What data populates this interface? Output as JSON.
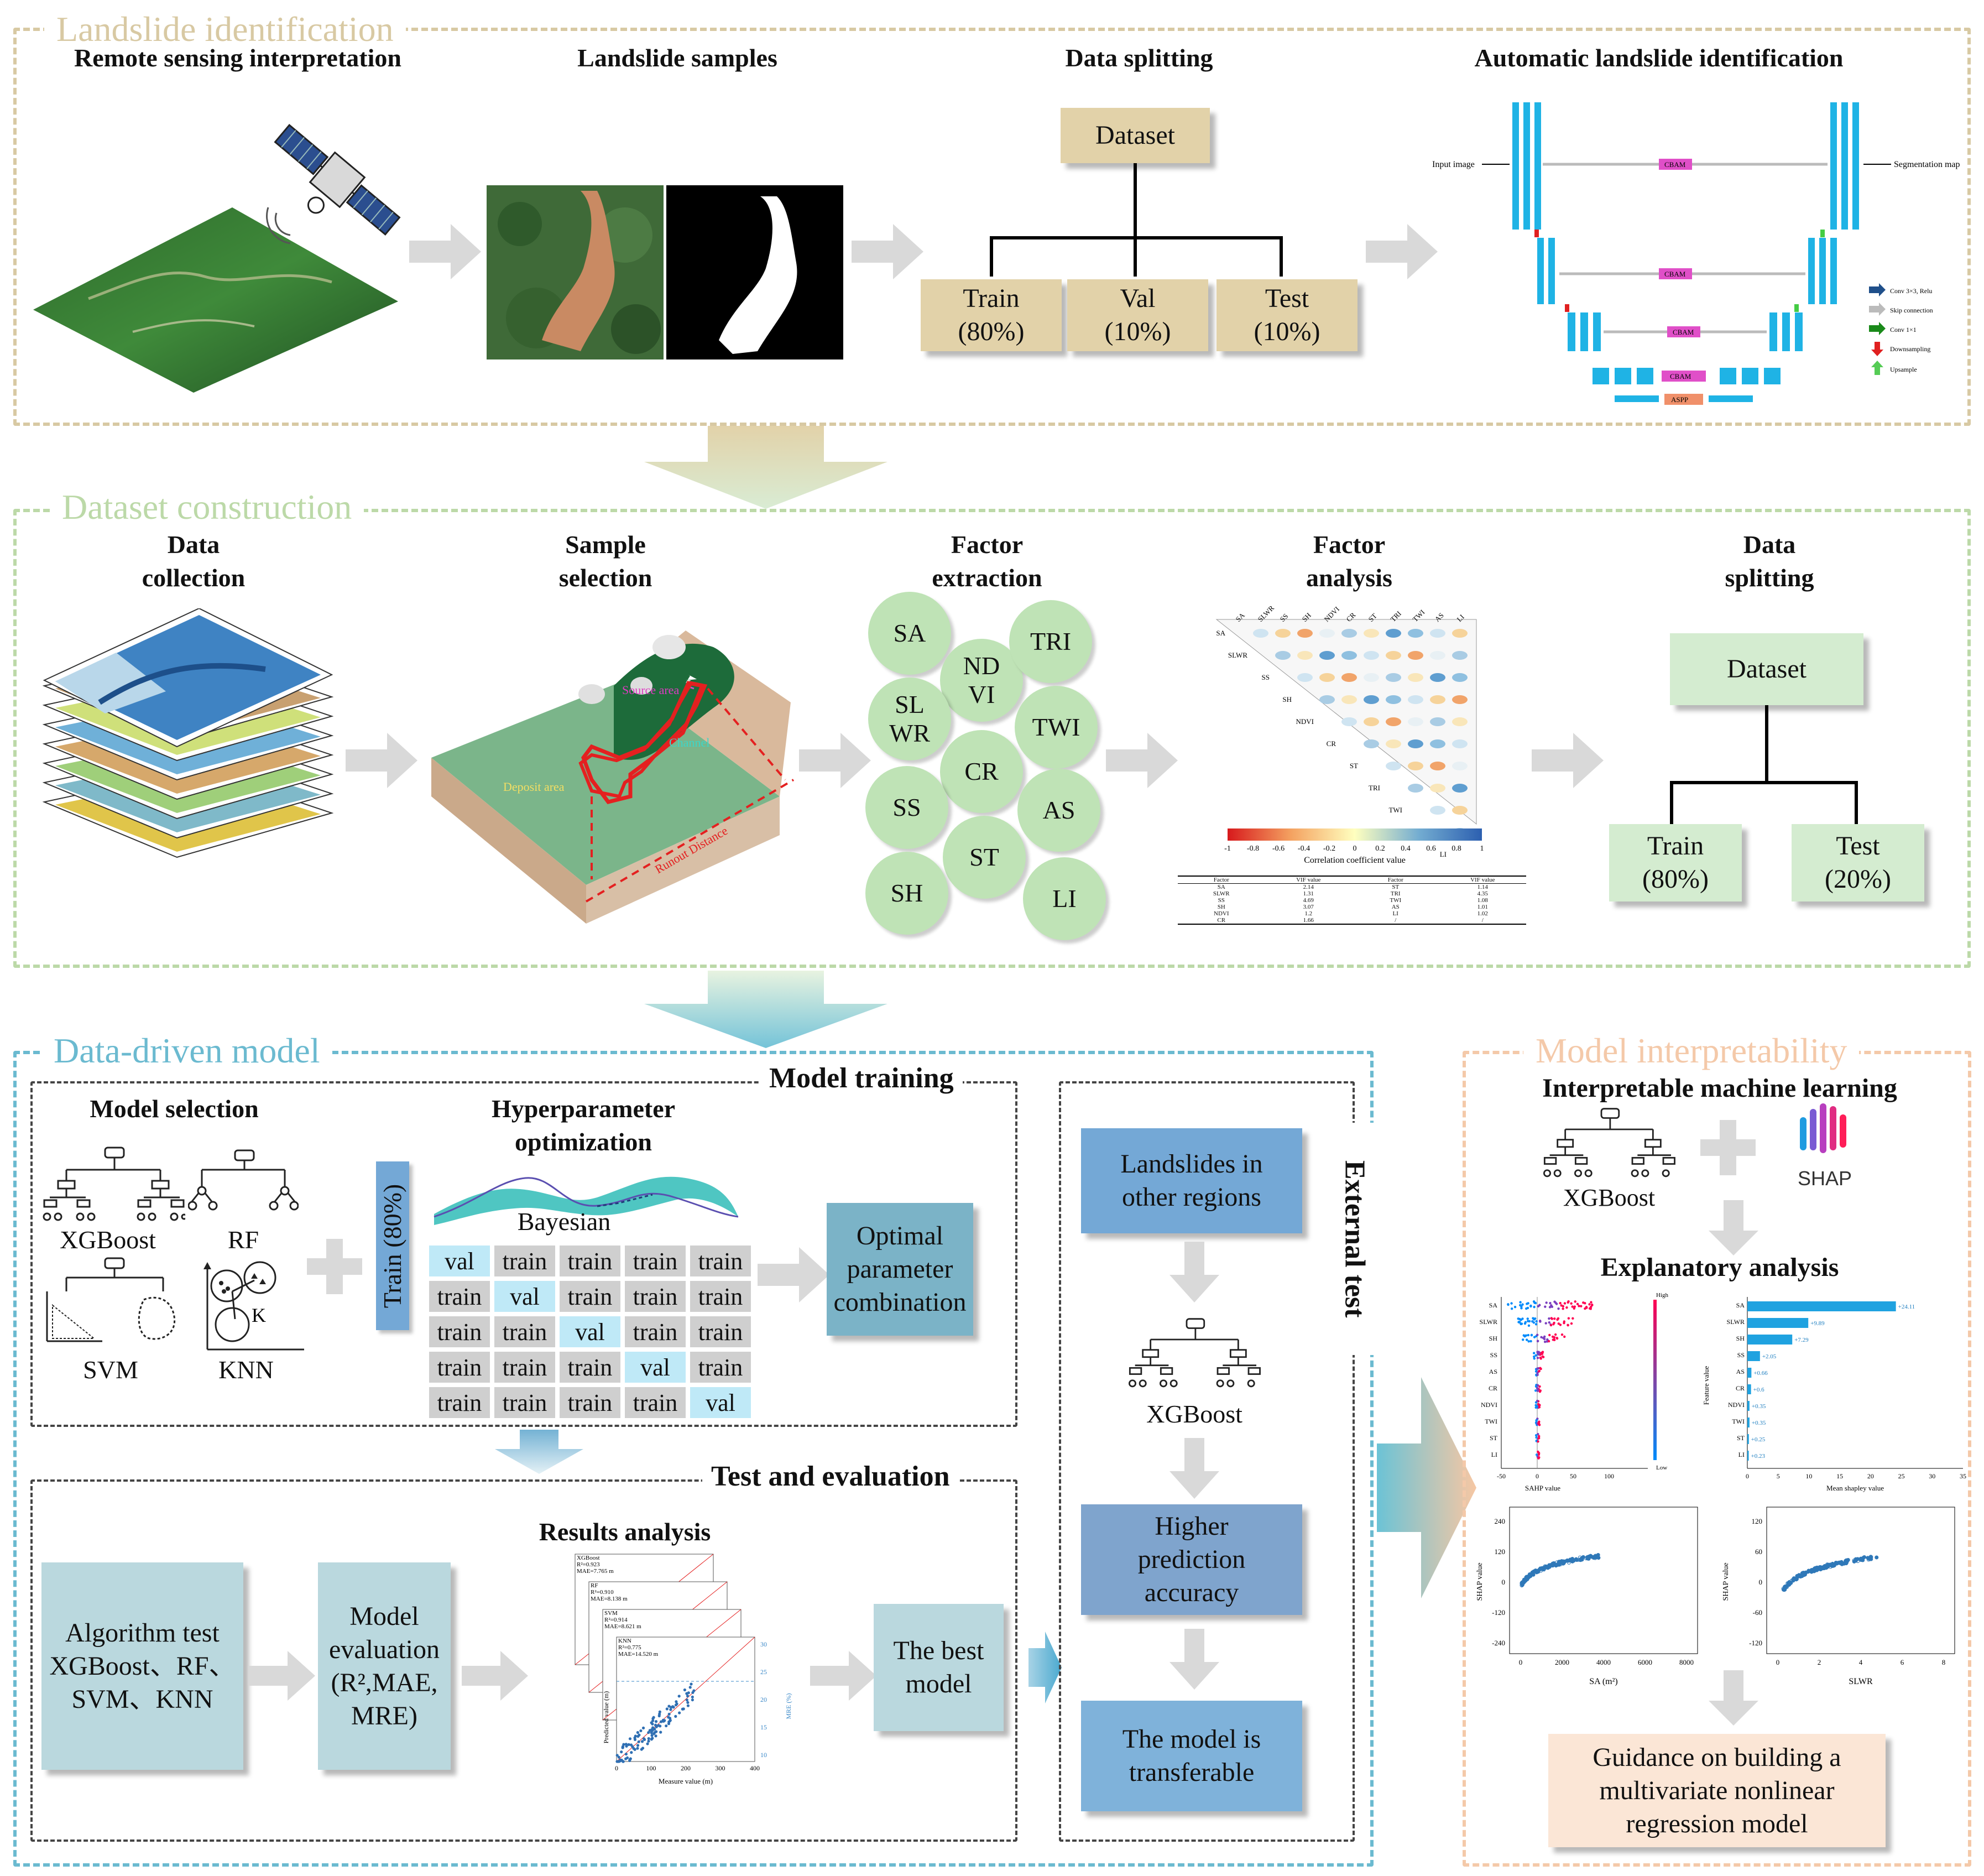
{
  "colors": {
    "panel1": "#d8c9a3",
    "panel2": "#bcd9a8",
    "panel3": "#6bbad0",
    "panel4": "#f4c9a9",
    "tan_box": "#e2d2a9",
    "green_box": "#d4ecd0",
    "blue_box": "#74a8d6",
    "teal_box": "#7bb3c7",
    "light_teal": "#bad8de",
    "peach_box": "#fbe6d6"
  },
  "panel1": {
    "title": "Landslide identification",
    "h1": "Remote sensing interpretation",
    "h2": "Landslide samples",
    "h3": "Data splitting",
    "h4": "Automatic landslide identification",
    "dataset": "Dataset",
    "train": "Train\n(80%)",
    "val": "Val\n(10%)",
    "test": "Test\n(10%)",
    "unet": {
      "input": "Input image",
      "output": "Segmentation map",
      "cbam": "CBAM",
      "aspp": "ASPP",
      "legend": [
        "Conv 3×3, Relu",
        "Skip connection",
        "Conv 1×1",
        "Downsampling",
        "Upsample"
      ]
    }
  },
  "panel2": {
    "title": "Dataset construction",
    "h1": "Data\ncollection",
    "h2": "Sample\nselection",
    "h3": "Factor\nextraction",
    "h4": "Factor\nanalysis",
    "h5": "Data\nsplitting",
    "sample_labels": {
      "source": "Source area",
      "channel": "Channel",
      "deposit": "Deposit area",
      "runout": "Runout Distance"
    },
    "factors": [
      "SA",
      "ND\nVI",
      "TRI",
      "SL\nWR",
      "TWI",
      "CR",
      "SS",
      "AS",
      "ST",
      "SH",
      "LI"
    ],
    "corr_labels": [
      "SA",
      "SLWR",
      "SS",
      "SH",
      "NDVI",
      "CR",
      "ST",
      "TRI",
      "TWI",
      "AS",
      "LI"
    ],
    "corr_axis": "Correlation coefficient value",
    "corr_ticks": [
      "-1",
      "-0.8",
      "-0.6",
      "-0.4",
      "-0.2",
      "0",
      "0.2",
      "0.4",
      "0.6",
      "0.8",
      "1"
    ],
    "vif_header": [
      "Factor",
      "VIF value",
      "Factor",
      "VIF value"
    ],
    "vif_rows": [
      [
        "SA",
        "2.14",
        "ST",
        "1.14"
      ],
      [
        "SLWR",
        "1.31",
        "TRI",
        "4.35"
      ],
      [
        "SS",
        "4.69",
        "TWI",
        "1.08"
      ],
      [
        "SH",
        "3.07",
        "AS",
        "1.01"
      ],
      [
        "NDVI",
        "1.2",
        "LI",
        "1.02"
      ],
      [
        "CR",
        "1.66",
        "/",
        "/"
      ]
    ],
    "dataset": "Dataset",
    "train": "Train\n(80%)",
    "test": "Test\n(20%)"
  },
  "panel3": {
    "title": "Data-driven model",
    "training_title": "Model training",
    "model_selection": "Model selection",
    "models": [
      "XGBoost",
      "RF",
      "SVM",
      "KNN"
    ],
    "knn_k": "K",
    "hyper_title": "Hyperparameter\noptimization",
    "bayesian": "Bayesian",
    "train_vertical": "Train (80%)",
    "grid_val": "val",
    "grid_train": "train",
    "optimal": "Optimal\nparameter\ncombination",
    "test_title": "Test and evaluation",
    "results_title": "Results analysis",
    "algo_test": "Algorithm test\nXGBoost、RF、\nSVM、KNN",
    "model_eval": "Model\nevaluation\n(R²,MAE,\nMRE)",
    "best_model": "The best\nmodel",
    "scatter_labels": {
      "xlabel": "Measure value (m)",
      "ylabel": "Predicted value (m)",
      "y2label": "MRE (%)",
      "knn_name": "KNN",
      "knn_r2": "R²=0.775",
      "knn_mae": "MAE=14.520 m",
      "svm_name": "SVM",
      "svm_r2": "R²=0.914",
      "svm_mae": "MAE=8.621 m",
      "rf_name": "RF",
      "rf_r2": "R²=0.910",
      "rf_mae": "MAE=8.138 m",
      "xgb_name": "XGBoost",
      "xgb_r2": "R²=0.923",
      "xgb_mae": "MAE=7.765 m",
      "xticks": [
        "0",
        "100",
        "200",
        "300",
        "400"
      ],
      "yticks": [
        "0",
        "100",
        "200",
        "300",
        "400"
      ],
      "y2ticks": [
        "10",
        "15",
        "20",
        "25",
        "30"
      ]
    },
    "external_title": "External test",
    "ext_landslides": "Landslides in\nother regions",
    "ext_xgb": "XGBoost",
    "ext_higher": "Higher\nprediction\naccuracy",
    "ext_transfer": "The model is\ntransferable"
  },
  "panel4": {
    "title": "Model interpretability",
    "iml": "Interpretable machine learning",
    "xgb": "XGBoost",
    "shap": "SHAP",
    "explanatory": "Explanatory analysis",
    "features": [
      "SA",
      "SLWR",
      "SH",
      "SS",
      "AS",
      "CR",
      "NDVI",
      "TWI",
      "ST",
      "LI"
    ],
    "beeswarm_xlabel": "SAHP value",
    "beeswarm_xticks": [
      "-50",
      "0",
      "50",
      "100"
    ],
    "high": "High",
    "low": "Low",
    "bar_values": [
      24.11,
      9.89,
      7.29,
      2.05,
      0.66,
      0.6,
      0.35,
      0.35,
      0.25,
      0.23
    ],
    "bar_labels": [
      "+24.11",
      "+9.89",
      "+7.29",
      "+2.05",
      "+0.66",
      "+0.6",
      "+0.35",
      "+0.35",
      "+0.25",
      "+0.23"
    ],
    "bar_xlabel": "Mean shapley value",
    "bar_ylabel": "Feature value",
    "bar_xticks": [
      "0",
      "5",
      "10",
      "15",
      "20",
      "25",
      "30",
      "35"
    ],
    "dep1_xlabel": "SA (m²)",
    "dep1_ylabel": "SHAP value",
    "dep1_xticks": [
      "0",
      "2000",
      "4000",
      "6000",
      "8000"
    ],
    "dep1_yticks": [
      "240",
      "120",
      "0",
      "-120",
      "-240"
    ],
    "dep2_xlabel": "SLWR",
    "dep2_ylabel": "SHAP value",
    "dep2_xticks": [
      "0",
      "2",
      "4",
      "6",
      "8"
    ],
    "dep2_yticks": [
      "120",
      "60",
      "0",
      "-60",
      "-120"
    ],
    "guidance": "Guidance on building a\nmultivariate nonlinear\nregression model"
  }
}
